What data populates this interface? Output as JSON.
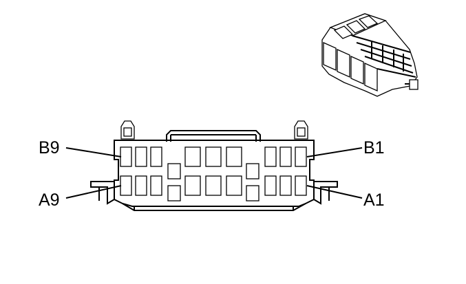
{
  "diagram": {
    "pin_labels": {
      "b9": "B9",
      "b1": "B1",
      "a9": "A9",
      "a1": "A1"
    }
  }
}
